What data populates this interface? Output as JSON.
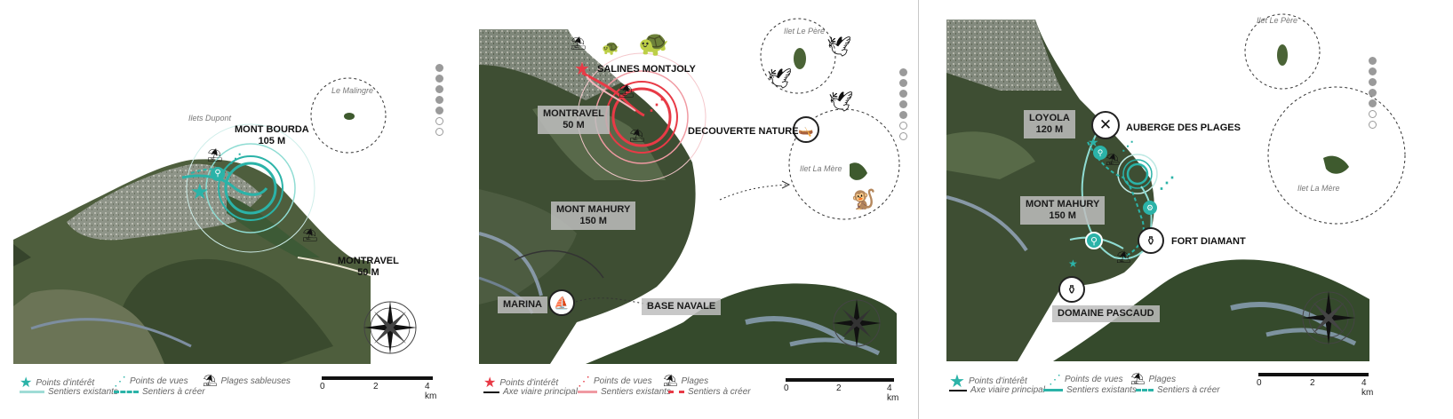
{
  "panel1": {
    "isle_labels": [
      "Ilets Dupont",
      "Le Malingre"
    ],
    "places": {
      "mont_bourda": [
        "MONT BOURDA",
        "105 M"
      ],
      "montravel": [
        "MONTRAVEL",
        "50 M"
      ]
    },
    "legend": {
      "points_interet": "Points d'intérêt",
      "points_vues": "Points de vues",
      "plages": "Plages sableuses",
      "sentiers_existants": "Sentiers existants",
      "sentiers_creer": "Sentiers à créer"
    },
    "scale": [
      "0",
      "2",
      "4 km"
    ]
  },
  "panel2": {
    "isle_labels": [
      "Ilet Le Père",
      "Ilet La Mère"
    ],
    "places": {
      "salines": "SALINES MONTJOLY",
      "montravel": [
        "MONTRAVEL",
        "50 M"
      ],
      "decouverte": "DECOUVERTE NATURE",
      "mont_mahury": [
        "MONT MAHURY",
        "150 M"
      ],
      "marina": "MARINA",
      "base_navale": "BASE NAVALE"
    },
    "legend": {
      "points_interet": "Points d'intérêt",
      "points_vues": "Points de vues",
      "plages": "Plages",
      "axe_viaire": "Axe viaire principal",
      "sentiers_existants": "Sentiers existants",
      "sentiers_creer": "Sentiers à créer"
    },
    "scale": [
      "0",
      "2",
      "4 km"
    ]
  },
  "panel3": {
    "isle_labels": [
      "Ilet Le Père",
      "Ilet La Mère"
    ],
    "places": {
      "loyola": [
        "LOYOLA",
        "120 M"
      ],
      "auberge": "AUBERGE DES PLAGES",
      "mont_mahury": [
        "MONT MAHURY",
        "150 M"
      ],
      "fort_diamant": "FORT DIAMANT",
      "domaine": "DOMAINE PASCAUD"
    },
    "legend": {
      "points_interet": "Points d'intérêt",
      "points_vues": "Points de vues",
      "plages": "Plages",
      "axe_viaire": "Axe viaire principal",
      "sentiers_existants": "Sentiers existants",
      "sentiers_creer": "Sentiers à créer"
    },
    "scale": [
      "0",
      "2",
      "4 km"
    ]
  },
  "colors": {
    "teal": "#2bb3a8",
    "red": "#e83a46",
    "land_dark": "#3c4d33",
    "land_mid": "#5a6b45",
    "urban": "#9a9c90",
    "sea_grey": "#6f7f8c"
  },
  "icons": [
    "star-icon",
    "viewpoint-icon",
    "beach-umbrella-icon",
    "compass-rose-icon",
    "turtle-icon",
    "bird-icon",
    "monkey-icon",
    "kayak-icon",
    "sailboat-icon",
    "cutlery-icon",
    "hiker-icon",
    "cyclist-icon",
    "amphora-icon"
  ]
}
